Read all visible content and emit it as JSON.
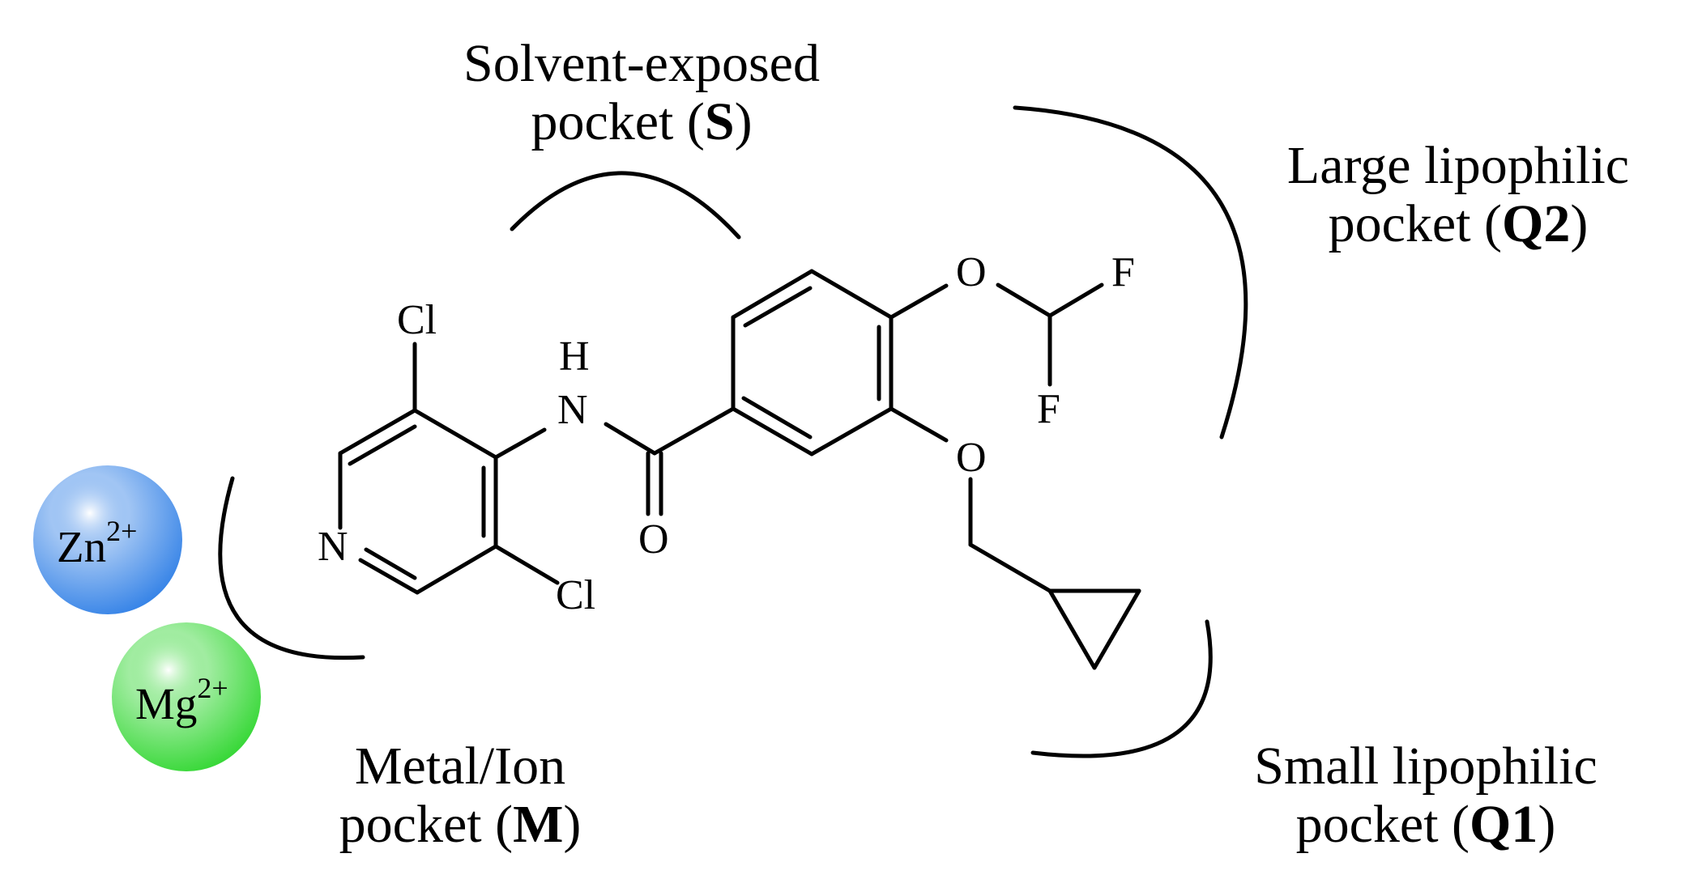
{
  "pockets": {
    "solvent": {
      "line1": "Solvent-exposed",
      "line2_prefix": "pocket (",
      "code": "S",
      "line2_suffix": ")"
    },
    "q2": {
      "line1": "Large lipophilic",
      "line2_prefix": "pocket (",
      "code": "Q2",
      "line2_suffix": ")"
    },
    "q1": {
      "line1": "Small lipophilic",
      "line2_prefix": "pocket (",
      "code": "Q1",
      "line2_suffix": ")"
    },
    "metal": {
      "line1": "Metal/Ion",
      "line2_prefix": "pocket (",
      "code": "M",
      "line2_suffix": ")"
    }
  },
  "ions": {
    "zinc": {
      "symbol": "Zn",
      "charge": "2+",
      "color": "#2f7fe6"
    },
    "magnesium": {
      "symbol": "Mg",
      "charge": "2+",
      "color": "#2fd62f"
    }
  },
  "atoms": {
    "cl_top": "Cl",
    "cl_bottom": "Cl",
    "n_pyridine": "N",
    "h_amide": "H",
    "n_amide": "N",
    "o_carbonyl": "O",
    "o_ether_top": "O",
    "o_ether_bottom": "O",
    "f_top": "F",
    "f_bottom": "F"
  }
}
